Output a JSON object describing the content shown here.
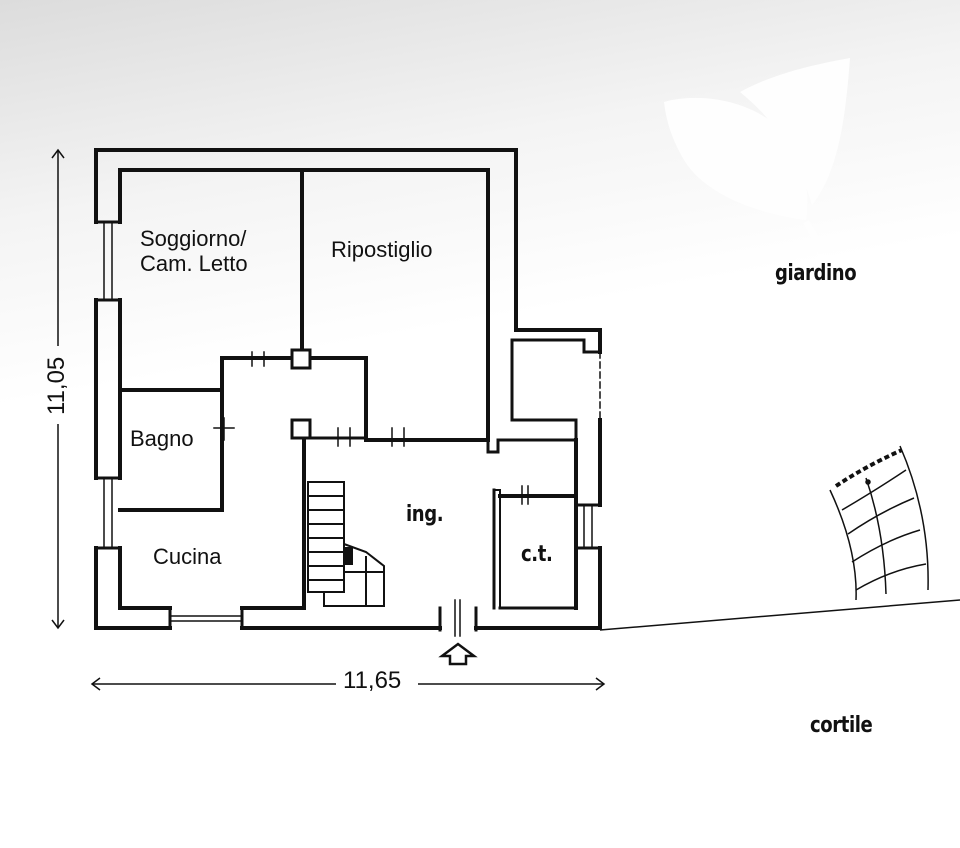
{
  "rooms": {
    "soggiorno_line1": "Soggiorno/",
    "soggiorno_line2": "Cam. Letto",
    "ripostiglio": "Ripostiglio",
    "bagno": "Bagno",
    "cucina": "Cucina",
    "ingresso": "ing.",
    "ct": "c.t."
  },
  "outdoor": {
    "giardino": "giardino",
    "cortile": "cortile"
  },
  "dimensions": {
    "width": "11,65",
    "height": "11,05"
  },
  "icons": {
    "logo": "leaf-watermark-icon",
    "entrance": "entrance-arrow-icon"
  },
  "colors": {
    "line": "#111111",
    "watermark": "#ffffff"
  }
}
